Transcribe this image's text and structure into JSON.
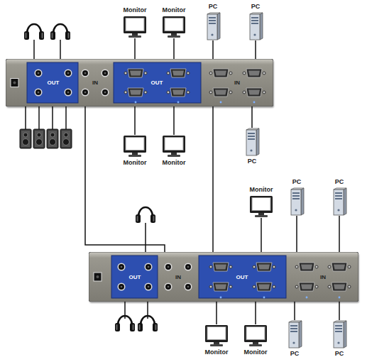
{
  "diagram": {
    "nodes": [
      {
        "text": [
          "Monitor"
        ]
      },
      {
        "text": [
          "Monitor"
        ]
      },
      {
        "text": [
          "PC"
        ]
      },
      {
        "text": [
          "PC"
        ]
      },
      {
        "text": [
          "OUT",
          "IN",
          "OUT",
          "IN"
        ]
      },
      {
        "text": [
          "Monitor"
        ]
      },
      {
        "text": [
          "Monitor"
        ]
      },
      {
        "text": [
          "PC"
        ]
      },
      {
        "text": [
          "Monitor"
        ]
      },
      {
        "text": [
          "PC"
        ]
      },
      {
        "text": [
          "PC"
        ]
      },
      {
        "text": [
          "OUT",
          "IN",
          "OUT",
          "IN"
        ]
      },
      {
        "text": [
          "Monitor"
        ]
      },
      {
        "text": [
          "Monitor"
        ]
      },
      {
        "text": [
          "PC"
        ]
      },
      {
        "text": [
          "PC"
        ]
      }
    ],
    "edges": [
      {
        "from": 0,
        "to": 4,
        "arrow": "none"
      },
      {
        "from": 1,
        "to": 4,
        "arrow": "none"
      },
      {
        "from": 2,
        "to": 4,
        "arrow": "none"
      },
      {
        "from": 3,
        "to": 4,
        "arrow": "none"
      },
      {
        "from": 4,
        "to": 5,
        "arrow": "none"
      },
      {
        "from": 4,
        "to": 6,
        "arrow": "none"
      },
      {
        "from": 7,
        "to": 4,
        "arrow": "none"
      },
      {
        "from": 4,
        "to": 11,
        "arrow": "none"
      },
      {
        "from": 4,
        "to": 11,
        "arrow": "none"
      },
      {
        "from": 8,
        "to": 11,
        "arrow": "none"
      },
      {
        "from": 9,
        "to": 11,
        "arrow": "none"
      },
      {
        "from": 10,
        "to": 11,
        "arrow": "none"
      },
      {
        "from": 11,
        "to": 12,
        "arrow": "none"
      },
      {
        "from": 11,
        "to": 13,
        "arrow": "none"
      },
      {
        "from": 14,
        "to": 11,
        "arrow": "none"
      },
      {
        "from": 15,
        "to": 11,
        "arrow": "none"
      }
    ]
  }
}
